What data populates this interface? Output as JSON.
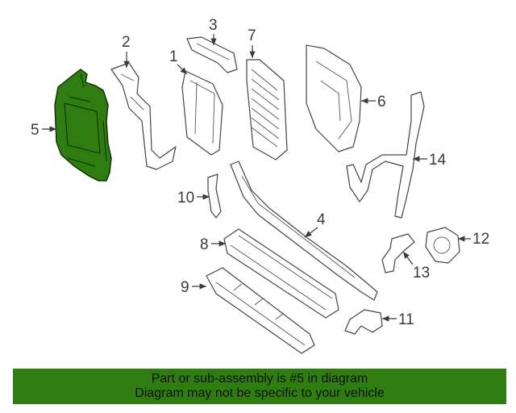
{
  "diagram": {
    "callouts": [
      "1",
      "2",
      "3",
      "4",
      "5",
      "6",
      "7",
      "8",
      "9",
      "10",
      "11",
      "12",
      "13",
      "14"
    ],
    "highlight_color": "#2f7d10"
  },
  "banner": {
    "line1": "Part or sub-assembly is #5 in diagram",
    "line2": "Diagram may not be specific to your vehicle"
  }
}
